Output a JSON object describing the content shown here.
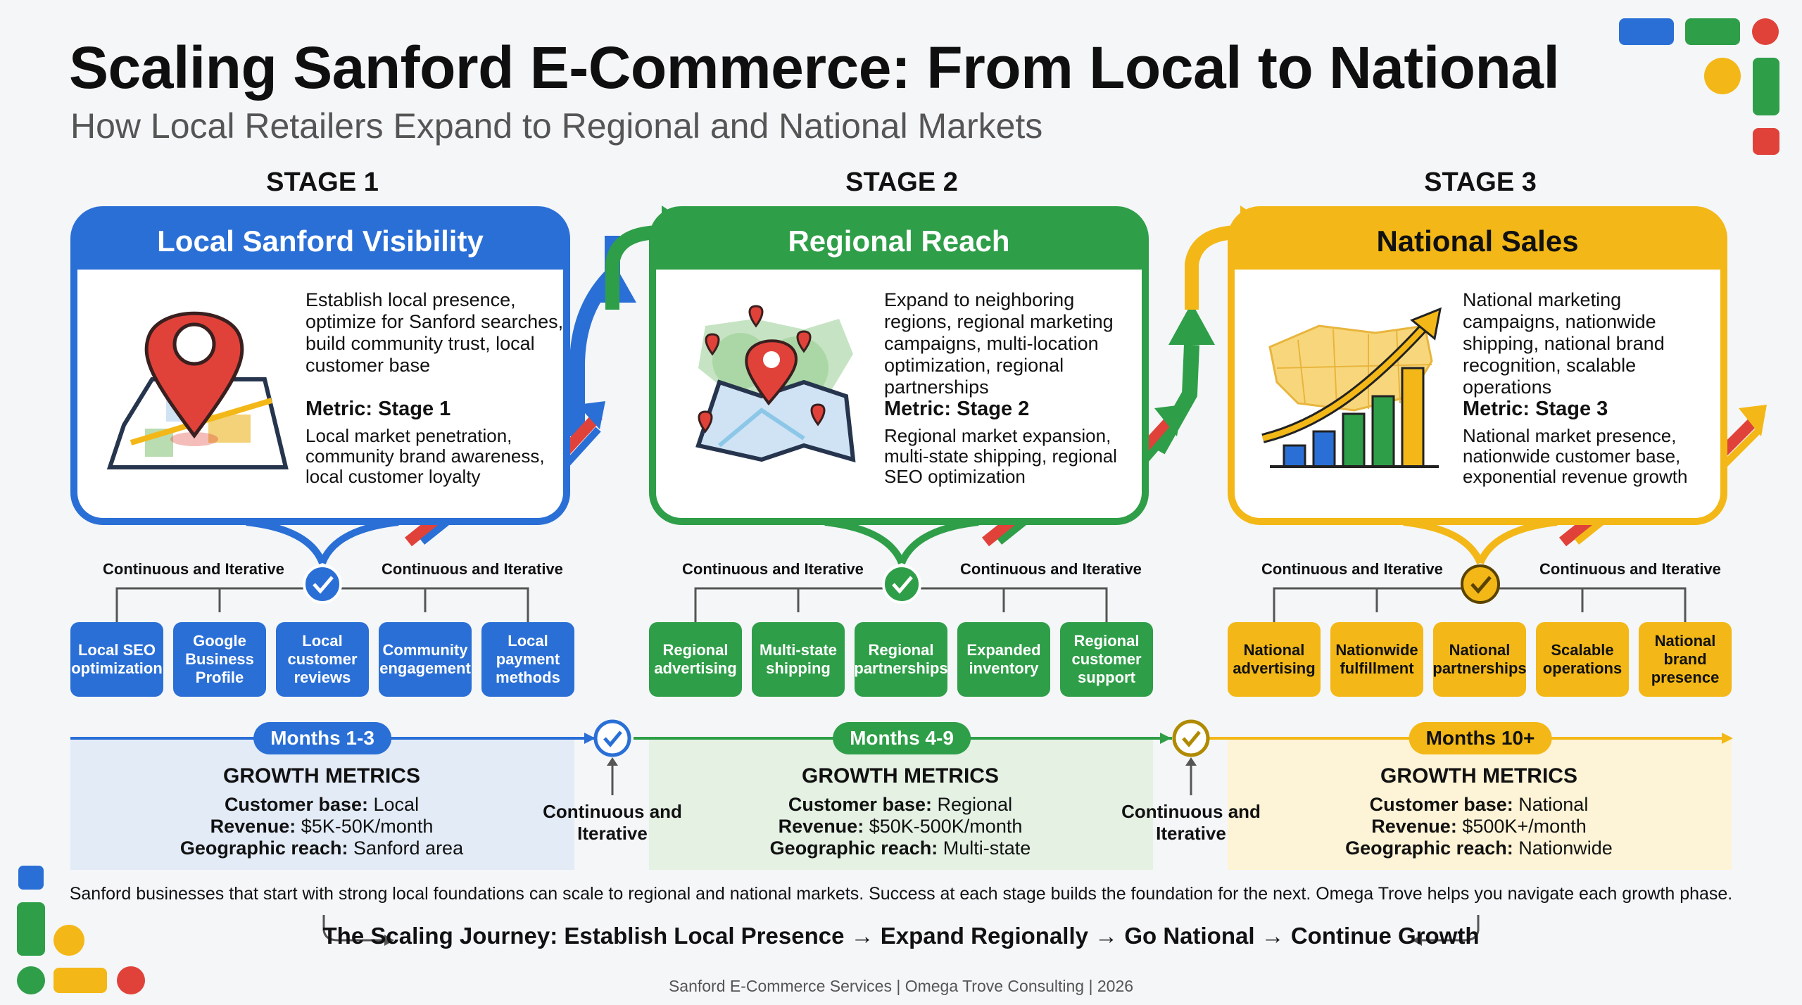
{
  "header": {
    "title": "Scaling Sanford E-Commerce: From Local to National",
    "subtitle": "How Local Retailers Expand to Regional and National Markets"
  },
  "colors": {
    "blue": "#2a6fd6",
    "green": "#2f9e48",
    "yellow": "#f3b817",
    "red": "#e0423a"
  },
  "stages": [
    {
      "label": "STAGE 1",
      "title": "Local Sanford Visibility",
      "description": "Establish local presence, optimize for Sanford searches, build community trust, local customer base",
      "metric_title": "Metric: Stage 1",
      "metric_text": "Local market penetration, community brand awareness, local customer loyalty",
      "icon": "map-pin-icon",
      "continuous_left": "Continuous and Iterative",
      "continuous_right": "Continuous and Iterative",
      "tactics": [
        "Local SEO optimization",
        "Google Business Profile",
        "Local customer reviews",
        "Community engagement",
        "Local payment methods"
      ],
      "months": "Months 1-3",
      "metrics": {
        "heading": "GROWTH METRICS",
        "customer_base_label": "Customer base:",
        "customer_base": "Local",
        "revenue_label": "Revenue:",
        "revenue": "$5K-50K/month",
        "reach_label": "Geographic reach:",
        "reach": "Sanford area"
      }
    },
    {
      "label": "STAGE 2",
      "title": "Regional Reach",
      "description": "Expand to neighboring regions, regional marketing campaigns, multi-location optimization, regional partnerships",
      "metric_title": "Metric: Stage 2",
      "metric_text": "Regional market expansion, multi-state shipping, regional SEO optimization",
      "icon": "regional-map-icon",
      "continuous_left": "Continuous and Iterative",
      "continuous_right": "Continuous and Iterative",
      "tactics": [
        "Regional advertising",
        "Multi-state shipping",
        "Regional partnerships",
        "Expanded inventory",
        "Regional customer support"
      ],
      "months": "Months 4-9",
      "metrics": {
        "heading": "GROWTH METRICS",
        "customer_base_label": "Customer base:",
        "customer_base": "Regional",
        "revenue_label": "Revenue:",
        "revenue": "$50K-500K/month",
        "reach_label": "Geographic reach:",
        "reach": "Multi-state"
      }
    },
    {
      "label": "STAGE 3",
      "title": "National Sales",
      "description": "National marketing campaigns, nationwide shipping, national brand recognition, scalable operations",
      "metric_title": "Metric: Stage 3",
      "metric_text": "National market presence, nationwide customer base, exponential revenue growth",
      "icon": "national-growth-chart-icon",
      "continuous_left": "Continuous and Iterative",
      "continuous_right": "Continuous and Iterative",
      "tactics": [
        "National advertising",
        "Nationwide fulfillment",
        "National partnerships",
        "Scalable operations",
        "National brand presence"
      ],
      "months": "Months 10+",
      "metrics": {
        "heading": "GROWTH METRICS",
        "customer_base_label": "Customer base:",
        "customer_base": "National",
        "revenue_label": "Revenue:",
        "revenue": "$500K+/month",
        "reach_label": "Geographic reach:",
        "reach": "Nationwide"
      }
    }
  ],
  "timeline_between": [
    "Continuous and Iterative",
    "Continuous and Iterative"
  ],
  "footer": {
    "note": "Sanford businesses that start with strong local foundations can scale to regional and national markets. Success at each stage builds the foundation for the next. Omega Trove helps you navigate each growth phase.",
    "journey": "The Scaling Journey: Establish Local Presence → Expand Regionally → Go National → Continue Growth",
    "credit": "Sanford E-Commerce Services | Omega Trove Consulting | 2026"
  }
}
